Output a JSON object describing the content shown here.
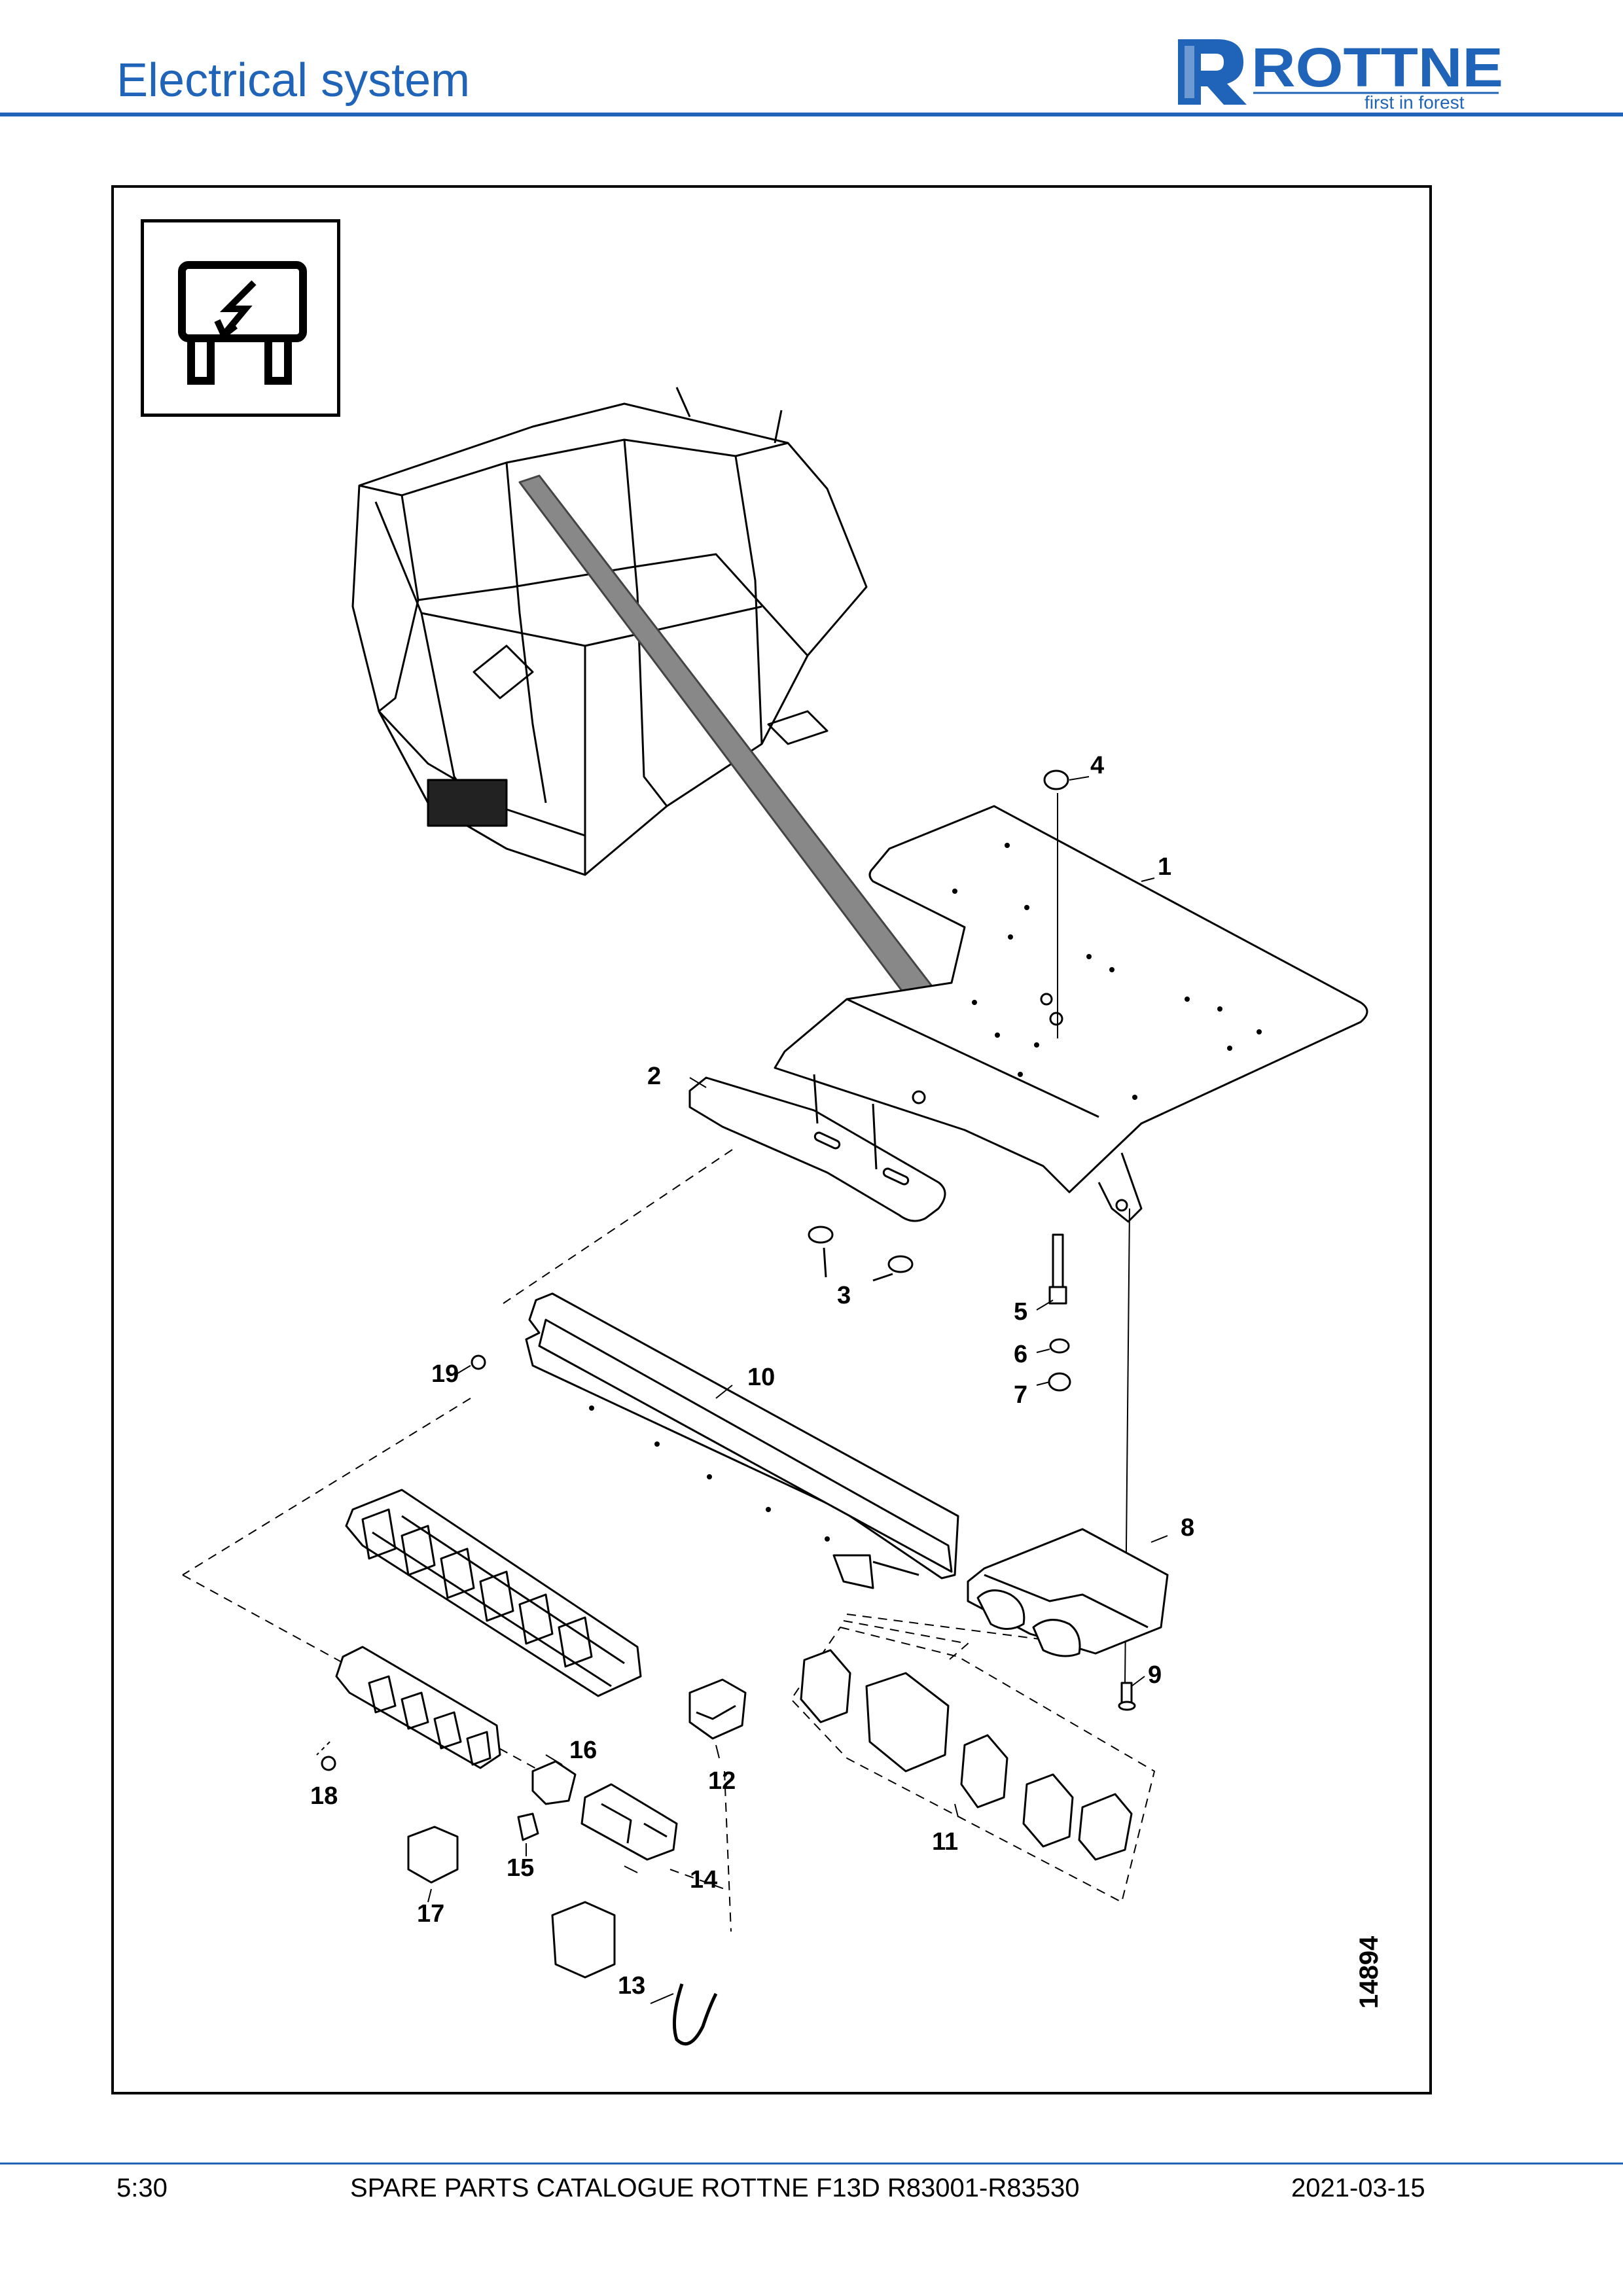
{
  "header": {
    "title": "Electrical system",
    "brand": "ROTTNE",
    "tagline": "first in forest",
    "brand_color": "#1f64b8"
  },
  "symbol": {
    "icon": "fuse-lightning-icon"
  },
  "callouts": {
    "c1": "1",
    "c2": "2",
    "c3": "3",
    "c4": "4",
    "c5": "5",
    "c6": "6",
    "c7": "7",
    "c8": "8",
    "c9": "9",
    "c10": "10",
    "c11": "11",
    "c12": "12",
    "c13": "13",
    "c14": "14",
    "c15": "15",
    "c16": "16",
    "c17": "17",
    "c18": "18",
    "c19": "19"
  },
  "drawing_number": "14894",
  "footer": {
    "page": "5:30",
    "catalogue": "SPARE PARTS CATALOGUE ROTTNE F13D R83001-R83530",
    "date": "2021-03-15"
  }
}
